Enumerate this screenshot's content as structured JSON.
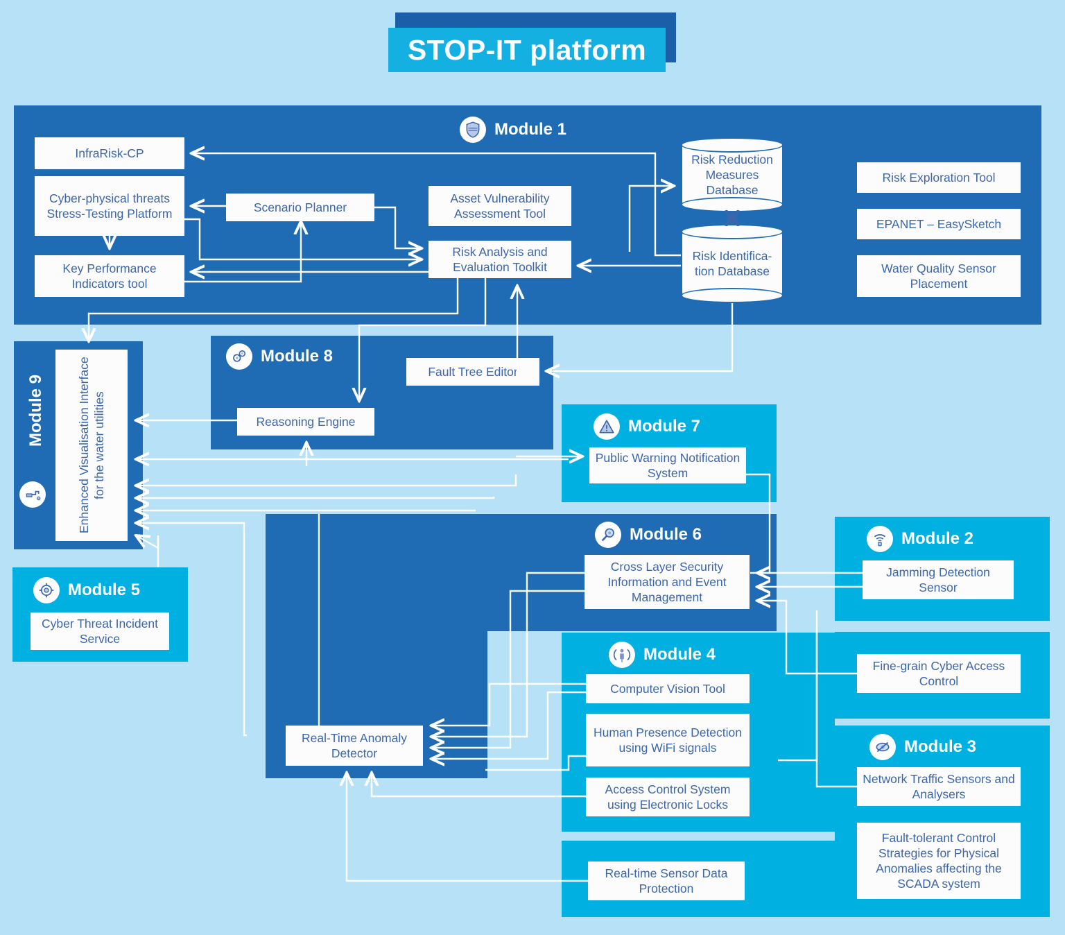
{
  "title": "STOP-IT platform",
  "colors": {
    "background": "#b7e1f7",
    "dark_blue": "#1f6cb4",
    "title_shadow_blue": "#1a5fa8",
    "cyan": "#00b0e0",
    "title_cyan": "#14b0e2",
    "box_white": "#fcfcfc",
    "box_text_blue": "#3c66ab"
  },
  "modules": {
    "m1": {
      "label": "Module 1",
      "icon": "shield-icon",
      "tools": [
        "InfraRisk-CP",
        "Cyber-physical threats Stress-Testing Platform",
        "Key Performance Indicators tool",
        "Scenario Planner",
        "Asset Vulnerability Assessment Tool",
        "Risk Analysis and Evaluation Toolkit"
      ],
      "databases": [
        "Risk Reduction Measures Database",
        "Risk Identifica-tion Database"
      ],
      "side_tools": [
        "Risk Exploration Tool",
        "EPANET – EasySketch",
        "Water Quality Sensor Placement"
      ]
    },
    "m2": {
      "label": "Module 2",
      "icon": "wifi-signal-icon",
      "tools": [
        "Jamming Detection Sensor"
      ]
    },
    "m2b": {
      "tools": [
        "Fine-grain Cyber Access Control"
      ]
    },
    "m3": {
      "label": "Module 3",
      "icon": "network-eye-icon",
      "tools": [
        "Network Traffic Sensors and Analysers",
        "Fault-tolerant Control Strategies for Physical Anomalies affecting the SCADA system"
      ]
    },
    "m4": {
      "label": "Module 4",
      "icon": "human-presence-icon",
      "tools": [
        "Computer Vision Tool",
        "Human Presence Detection using WiFi signals",
        "Access Control System using Electronic Locks"
      ]
    },
    "m4b": {
      "tools": [
        "Real-time Sensor Data Protection"
      ]
    },
    "m5": {
      "label": "Module 5",
      "icon": "target-crosshair-icon",
      "tools": [
        "Cyber Threat Incident Service"
      ]
    },
    "m6": {
      "label": "Module 6",
      "icon": "magnifier-icon",
      "tools": [
        "Cross Layer Security Information and Event Management"
      ]
    },
    "m7": {
      "label": "Module 7",
      "icon": "warning-triangle-icon",
      "tools": [
        "Public Warning Notification System"
      ]
    },
    "m8": {
      "label": "Module 8",
      "icon": "gears-icon",
      "tools": [
        "Reasoning Engine",
        "Fault Tree Editor"
      ]
    },
    "m9": {
      "label": "Module 9",
      "icon": "water-tap-icon",
      "tools": [
        "Enhanced Visualisation Interface for the water utilities"
      ]
    },
    "anomaly": {
      "tools": [
        "Real-Time Anomaly Detector"
      ]
    }
  }
}
